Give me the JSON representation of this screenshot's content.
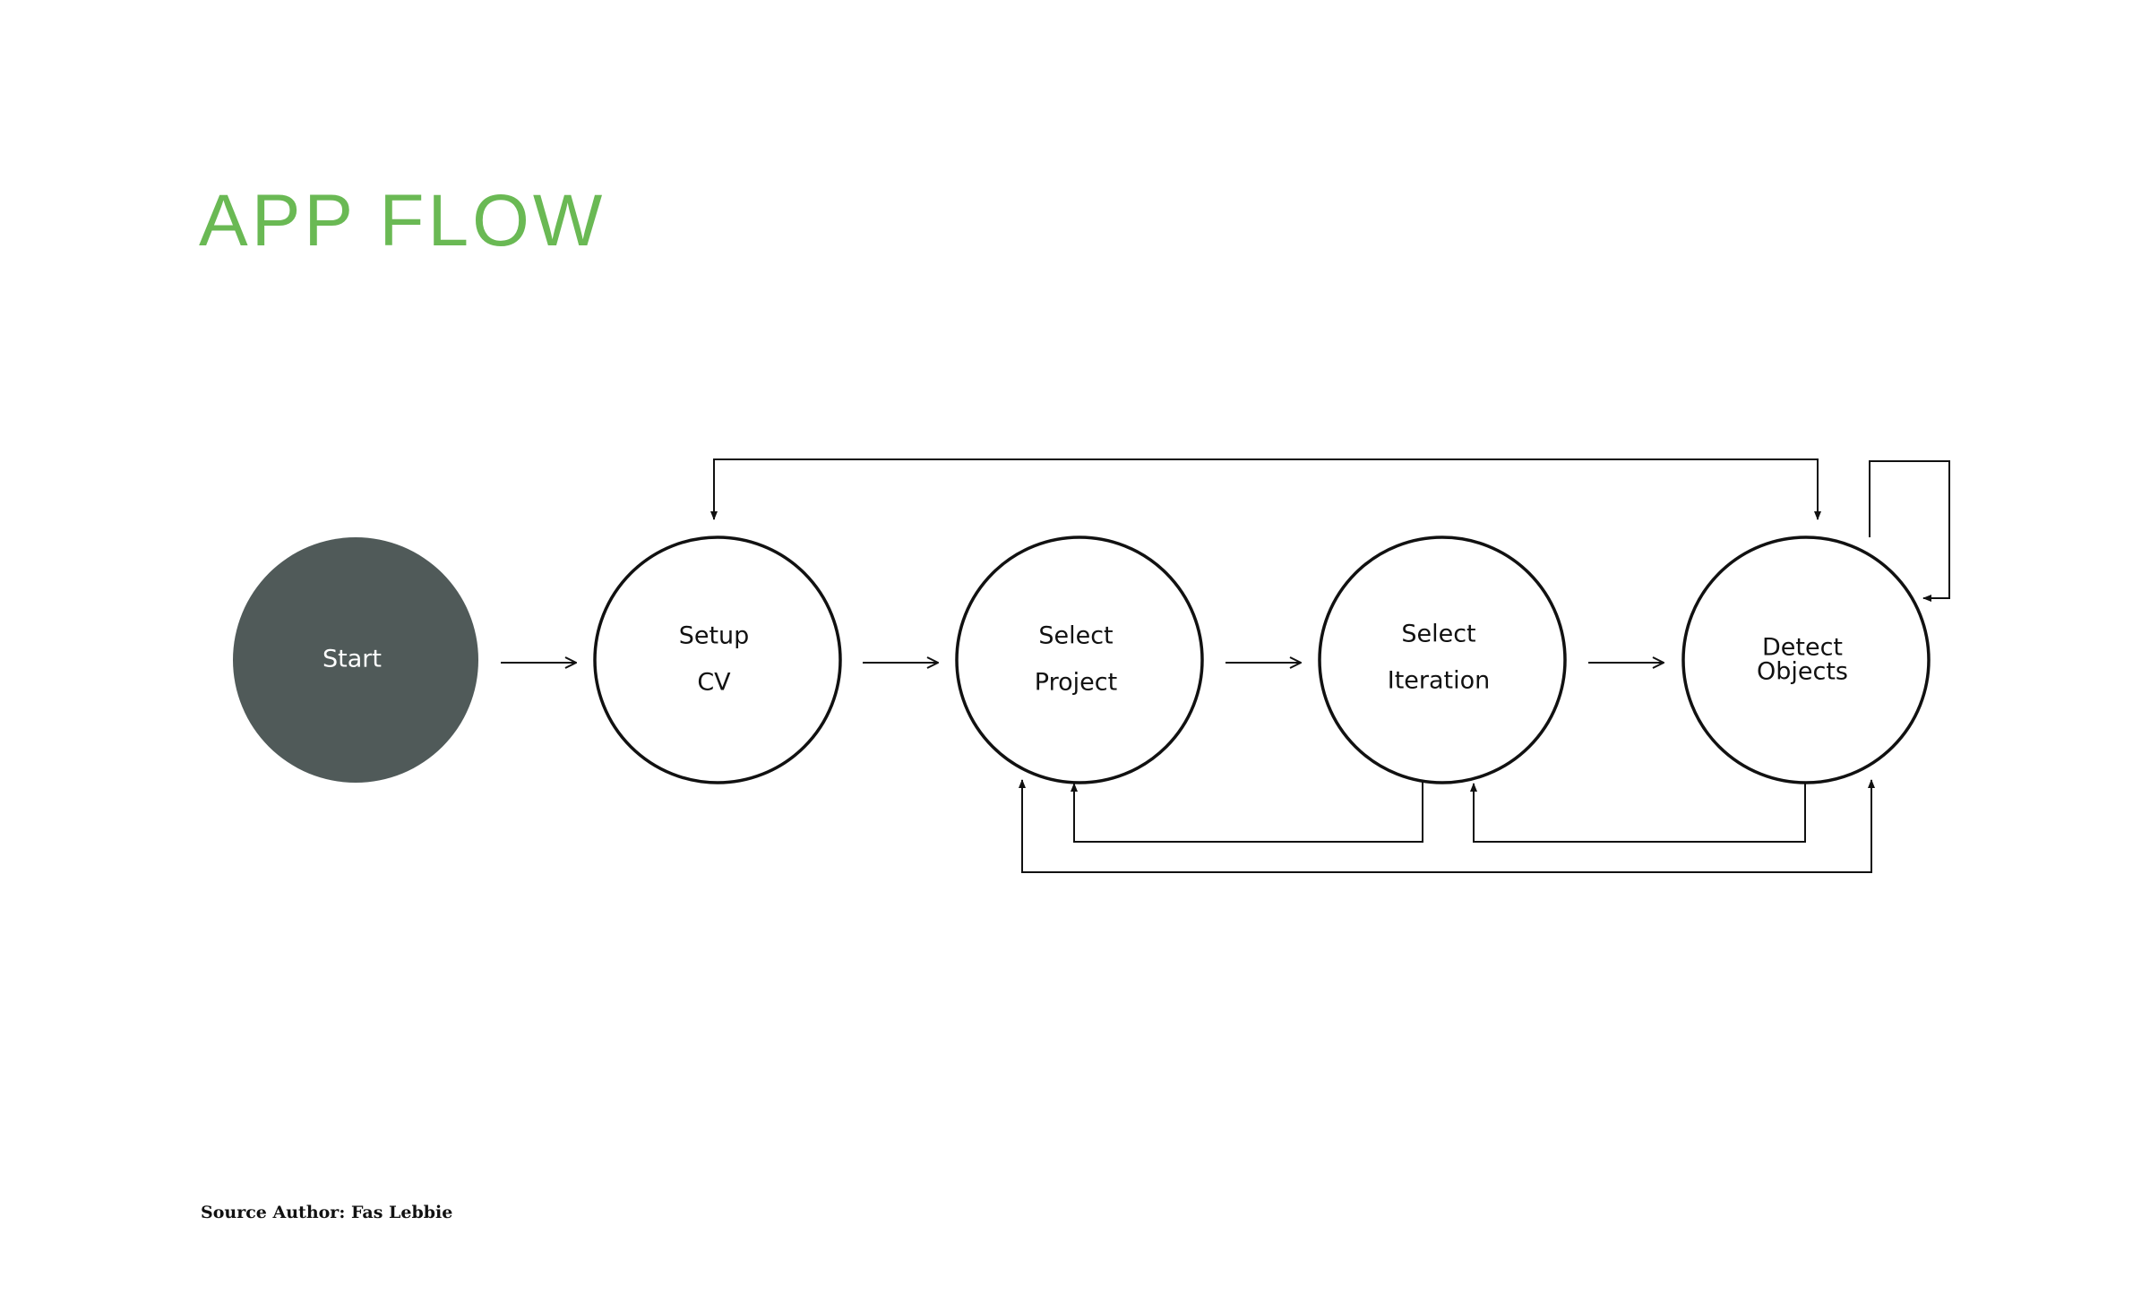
{
  "title": "APP FLOW",
  "source": "Source Author: Fas Lebbie",
  "colors": {
    "title": "#6ab954",
    "start_fill": "#505a59",
    "start_text": "#ffffff",
    "stroke": "#111111",
    "node_fill": "#ffffff",
    "node_text": "#111111"
  },
  "nodes": [
    {
      "id": "start",
      "lines": [
        "Start"
      ],
      "filled": true
    },
    {
      "id": "setup-cv",
      "lines": [
        "Setup",
        "CV"
      ],
      "filled": false
    },
    {
      "id": "select-project",
      "lines": [
        "Select",
        "Project"
      ],
      "filled": false
    },
    {
      "id": "select-iteration",
      "lines": [
        "Select",
        "Iteration"
      ],
      "filled": false
    },
    {
      "id": "detect-objects",
      "lines": [
        "Detect",
        "Objects"
      ],
      "filled": false
    }
  ],
  "edges": [
    {
      "from": "start",
      "to": "setup-cv"
    },
    {
      "from": "setup-cv",
      "to": "select-project"
    },
    {
      "from": "select-project",
      "to": "select-iteration"
    },
    {
      "from": "select-iteration",
      "to": "detect-objects"
    },
    {
      "from": "detect-objects",
      "to": "setup-cv"
    },
    {
      "from": "setup-cv",
      "to": "detect-objects"
    },
    {
      "from": "detect-objects",
      "to": "detect-objects"
    },
    {
      "from": "select-iteration",
      "to": "select-project"
    },
    {
      "from": "detect-objects",
      "to": "select-iteration"
    },
    {
      "from": "detect-objects",
      "to": "select-project"
    },
    {
      "from": "select-project",
      "to": "detect-objects"
    }
  ]
}
